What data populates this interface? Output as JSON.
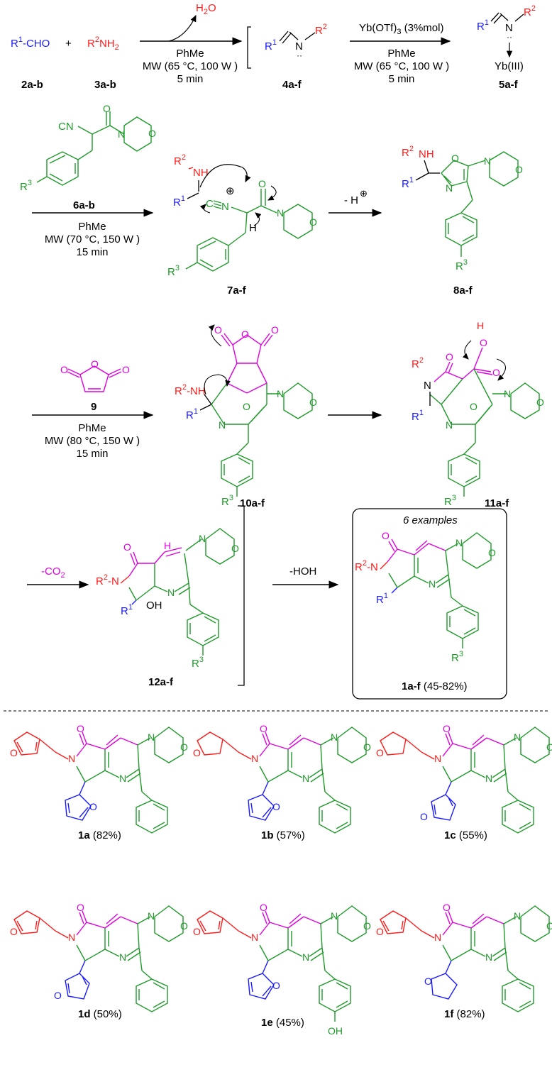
{
  "colors": {
    "blue": "#1a1aff",
    "red": "#ff1a1a",
    "green": "#1f9a2a",
    "magenta": "#e000e0",
    "black": "#000000"
  },
  "row1": {
    "aldehyde": {
      "prefix": "R",
      "sup": "1",
      "suffix": "-CHO",
      "label": "2a-b"
    },
    "plus": "+",
    "amine": {
      "prefix": "R",
      "sup": "2",
      "suffix": "NH",
      "sub": "2",
      "label": "3a-b"
    },
    "water": {
      "text": "H",
      "sub": "2",
      "suffix": "O"
    },
    "cond1": [
      "PhMe",
      "MW (65 °C, 100 W )",
      "5 min"
    ],
    "imine": {
      "r1": "R",
      "r1sup": "1",
      "n": "N",
      "r2": "R",
      "r2sup": "2",
      "label": "4a-f"
    },
    "catalyst": {
      "text": "Yb(OTf)",
      "sub": "3",
      "suffix": " (3%mol)"
    },
    "cond2": [
      "PhMe",
      "MW (65 °C, 100 W )",
      "5 min"
    ],
    "complex": {
      "r1": "R",
      "r1sup": "1",
      "n": "N",
      "r2": "R",
      "r2sup": "2",
      "yb": "Yb(III)",
      "label": "5a-f"
    }
  },
  "row2": {
    "reagent": {
      "cn": "CN",
      "r3": "R",
      "r3sup": "3",
      "label": "6a-b"
    },
    "cond": [
      "PhMe",
      "MW (70 °C, 150 W )",
      "15 min"
    ],
    "inter7": {
      "r2": "R",
      "r2sup": "2",
      "nh": "NH",
      "r1": "R",
      "r1sup": "1",
      "c": "C",
      "n": "N",
      "h": "H",
      "o": "O",
      "plus": "⊕",
      "r3": "R",
      "r3sup": "3",
      "label": "7a-f"
    },
    "step": {
      "text": "- H",
      "plus": "⊕"
    },
    "inter8": {
      "r2": "R",
      "r2sup": "2",
      "nh": "NH",
      "r1": "R",
      "r1sup": "1",
      "o": "O",
      "n": "N",
      "r3": "R",
      "r3sup": "3",
      "label": "8a-f"
    }
  },
  "row3": {
    "reagent": {
      "label": "9"
    },
    "cond": [
      "PhMe",
      "MW (80 °C, 150 W )",
      "15 min"
    ],
    "inter10": {
      "r2": "R",
      "r2sup": "2",
      "nh": "-NH",
      "r1": "R",
      "r1sup": "1",
      "o": "O",
      "n": "N",
      "r3": "R",
      "r3sup": "3",
      "label": "10a-f"
    },
    "inter11": {
      "r2": "R",
      "r2sup": "2",
      "n": "N",
      "r1": "R",
      "r1sup": "1",
      "o": "O",
      "h": "H",
      "r3": "R",
      "r3sup": "3",
      "label": "11a-f"
    }
  },
  "row4": {
    "step1": {
      "text": "-CO",
      "sub": "2"
    },
    "inter12": {
      "r2": "R",
      "r2sup": "2",
      "n": "-N",
      "r1": "R",
      "r1sup": "1",
      "oh": "OH",
      "h": "H",
      "o": "O",
      "r3": "R",
      "r3sup": "3",
      "label": "12a-f"
    },
    "step2": {
      "text": "-HOH"
    },
    "product": {
      "header": "6 examples",
      "r2": "R",
      "r2sup": "2",
      "n": "-N",
      "r1": "R",
      "r1sup": "1",
      "o": "O",
      "r3": "R",
      "r3sup": "3",
      "label": "1a-f",
      "yield": "(45-82%)"
    }
  },
  "examples": [
    {
      "id": "1a",
      "yield": "(82%)"
    },
    {
      "id": "1b",
      "yield": "(57%)"
    },
    {
      "id": "1c",
      "yield": "(55%)"
    },
    {
      "id": "1d",
      "yield": "(50%)"
    },
    {
      "id": "1e",
      "yield": "(45%)",
      "oh": "OH"
    },
    {
      "id": "1f",
      "yield": "(82%)"
    }
  ]
}
